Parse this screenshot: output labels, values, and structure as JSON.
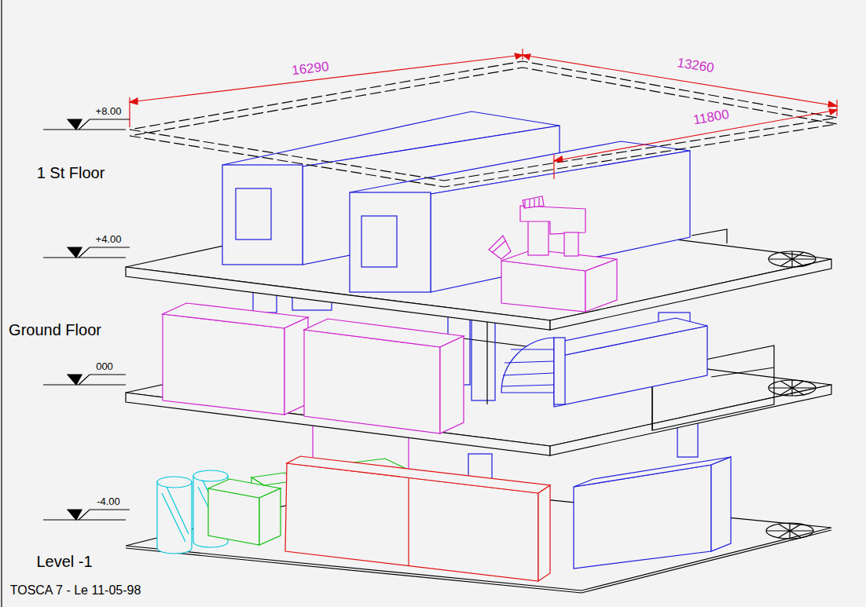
{
  "diagram": {
    "labels": [
      "16290",
      "13260",
      "11800",
      "+8.00",
      "1 St Floor",
      "+4.00",
      "Ground Floor",
      "000",
      "-4.00",
      "Level -1",
      "TOSCA 7 - Le 11-05-98"
    ]
  }
}
